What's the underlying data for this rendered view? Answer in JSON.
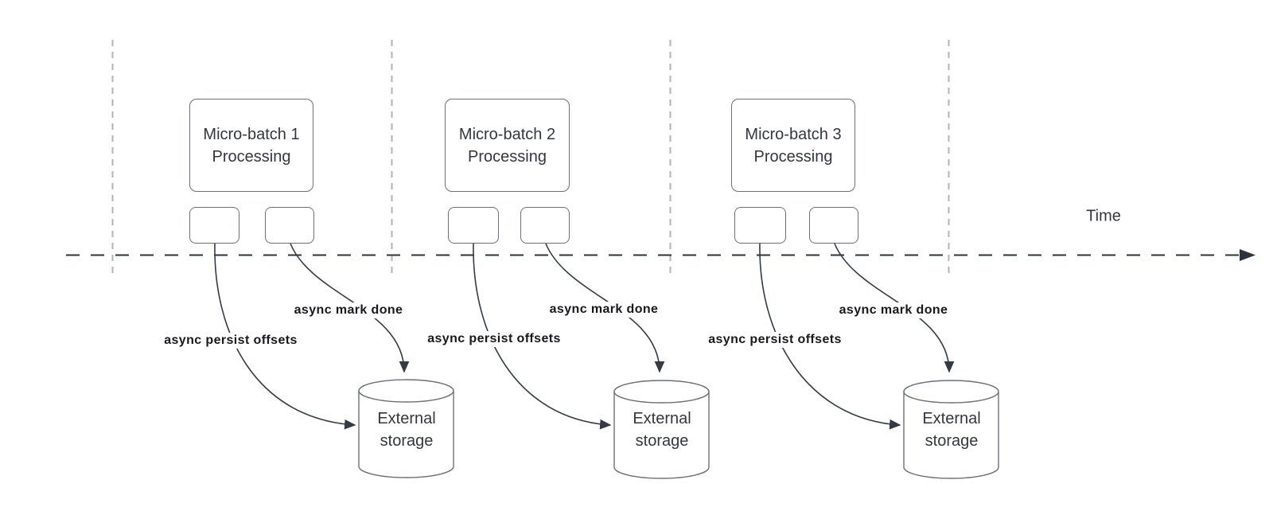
{
  "timeline": {
    "label": "Time"
  },
  "groups": [
    {
      "process_box": "Micro-batch 1\nProcessing",
      "persist_arrow_label": "async persist offsets",
      "mark_arrow_label": "async mark done",
      "storage": "External\nstorage"
    },
    {
      "process_box": "Micro-batch 2\nProcessing",
      "persist_arrow_label": "async persist offsets",
      "mark_arrow_label": "async mark done",
      "storage": "External\nstorage"
    },
    {
      "process_box": "Micro-batch 3\nProcessing",
      "persist_arrow_label": "async persist offsets",
      "mark_arrow_label": "async mark done",
      "storage": "External\nstorage"
    }
  ],
  "colors": {
    "connector": "#343b45",
    "time_axis": "#2d333b",
    "dashed_guide": "#b3b3b3",
    "shape_border": "#6b7077",
    "shape_text": "#33373d",
    "label_text": "#17191c",
    "canvas_bg": "#ffffff"
  }
}
